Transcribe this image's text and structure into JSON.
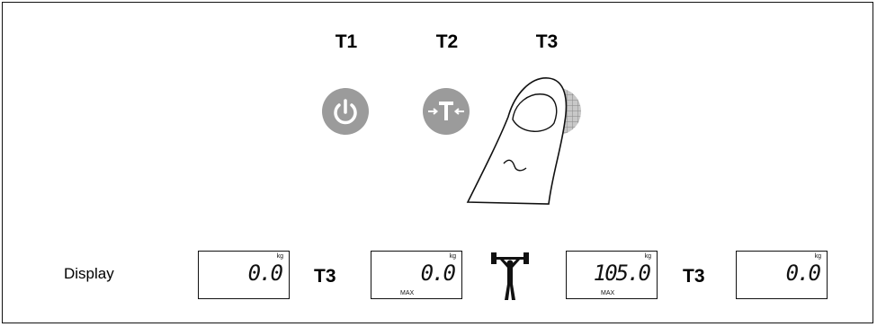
{
  "keys": {
    "t1": "T1",
    "t2": "T2",
    "t3": "T3",
    "t1_icon": "power-icon",
    "t2_icon": "tare-icon",
    "t3_icon": "finger-press-icon"
  },
  "display": {
    "label": "Display",
    "step_key": "T3",
    "screens": [
      {
        "value": "0.0",
        "unit": "kg",
        "max": ""
      },
      {
        "value": "0.0",
        "unit": "kg",
        "max": "MAX"
      },
      {
        "value": "105.0",
        "unit": "kg",
        "max": "MAX"
      },
      {
        "value": "0.0",
        "unit": "kg",
        "max": ""
      }
    ],
    "weightlifter_icon": "weightlifter-icon"
  },
  "colors": {
    "button_gray": "#9b9b9b",
    "line": "#111111"
  }
}
